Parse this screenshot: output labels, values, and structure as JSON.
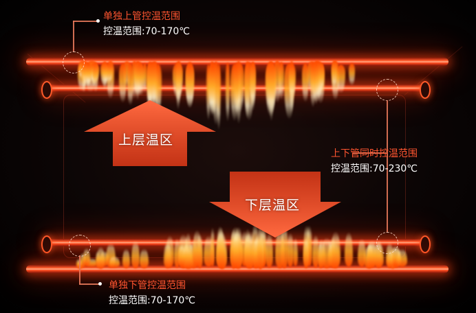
{
  "upper_zone_label": "上层温区",
  "lower_zone_label": "下层温区",
  "callouts": {
    "top_single": {
      "title": "单独上管控温范围",
      "range": "控温范围:70-170℃"
    },
    "both": {
      "title": "上下管同时控温范围",
      "range": "控温范围:70-230℃"
    },
    "bottom_single": {
      "title": "单独下管控温范围",
      "range": "控温范围:70-170℃"
    }
  },
  "colors": {
    "accent": "#ff5530",
    "arrow": "#ff5a35",
    "tube": "#ff5a2a"
  }
}
